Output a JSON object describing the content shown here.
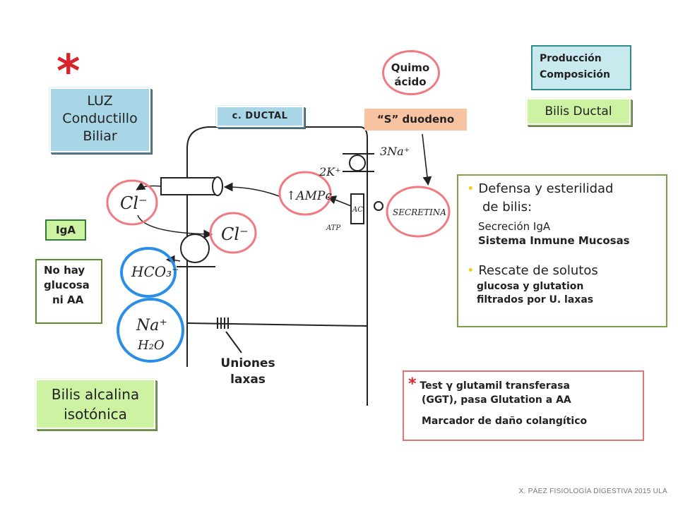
{
  "star": "*",
  "luz": {
    "line1": "LUZ",
    "line2": "Conductillo",
    "line3": "Biliar"
  },
  "ductal": "c. DUCTAL",
  "produccion": {
    "line1": "Producción",
    "line2": "Composición"
  },
  "bilis_ductal": "Bilis Ductal",
  "quimo": {
    "line1": "Quimo",
    "line2": "ácido"
  },
  "s_duodeno": "“S” duodeno",
  "iga": "IgA",
  "no_hay": {
    "line1": "No hay",
    "line2": "glucosa",
    "line3": "ni AA"
  },
  "defensa": {
    "bullet1_line1": "Defensa y esterilidad",
    "bullet1_line2": "de bilis:",
    "sub1": "Secreción IgA",
    "sub2": "Sistema Inmune Mucosas",
    "bullet2": "Rescate de solutos",
    "sub3": "glucosa y glutation",
    "sub4": "filtrados  por U. laxas"
  },
  "test": {
    "star": "*",
    "line1": "Test γ glutamil transferasa",
    "line2": "(GGT), pasa Glutation a AA",
    "line3": "Marcador de daño colangítico"
  },
  "bilis_alcalina": {
    "line1": "Bilis alcalina",
    "line2": "isotónica"
  },
  "uniones": {
    "line1": "Uniones",
    "line2": "laxas"
  },
  "handwritten": {
    "cl_left": "Cl⁻",
    "cl_mid": "Cl⁻",
    "hco3": "HCO₃⁻",
    "na": "Na⁺",
    "h2o": "H₂O",
    "ampc": "↑AMPc",
    "secretina": "SECRETINA",
    "k": "2K⁺",
    "na3": "3Na⁺",
    "ac": "AC",
    "atp": "ATP"
  },
  "footer": "X. PÁEZ   FISIOLOGÍA DIGESTIVA 2015 ULA",
  "colors": {
    "red_circle": "#ef7a80",
    "blue_circle": "#2a8ee6",
    "star_red": "#d8252b",
    "bullet_yellow": "#f0d11a"
  }
}
